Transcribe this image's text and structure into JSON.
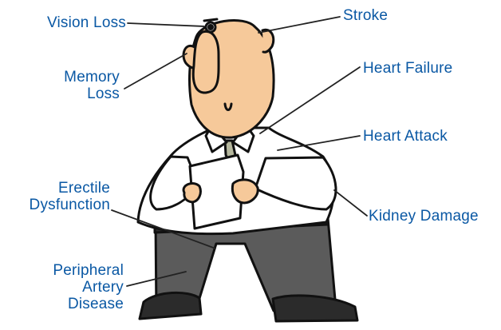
{
  "colors": {
    "label": "#0a58a4",
    "leader": "#222222",
    "skin": "#f6c99a",
    "shirt": "#ffffff",
    "pants": "#5b5b5b",
    "tie": "#b6b89e",
    "outline": "#111111"
  },
  "labels": {
    "vision_loss": "Vision Loss",
    "stroke": "Stroke",
    "memory_loss": "Memory\nLoss",
    "heart_failure": "Heart Failure",
    "heart_attack": "Heart Attack",
    "erectile_dysfunction": "Erectile\nDysfunction",
    "kidney_damage": "Kidney Damage",
    "peripheral_artery_disease": "Peripheral\nArtery\nDisease"
  },
  "icons": {
    "figure": "cartoon-man-holding-paper-icon"
  }
}
